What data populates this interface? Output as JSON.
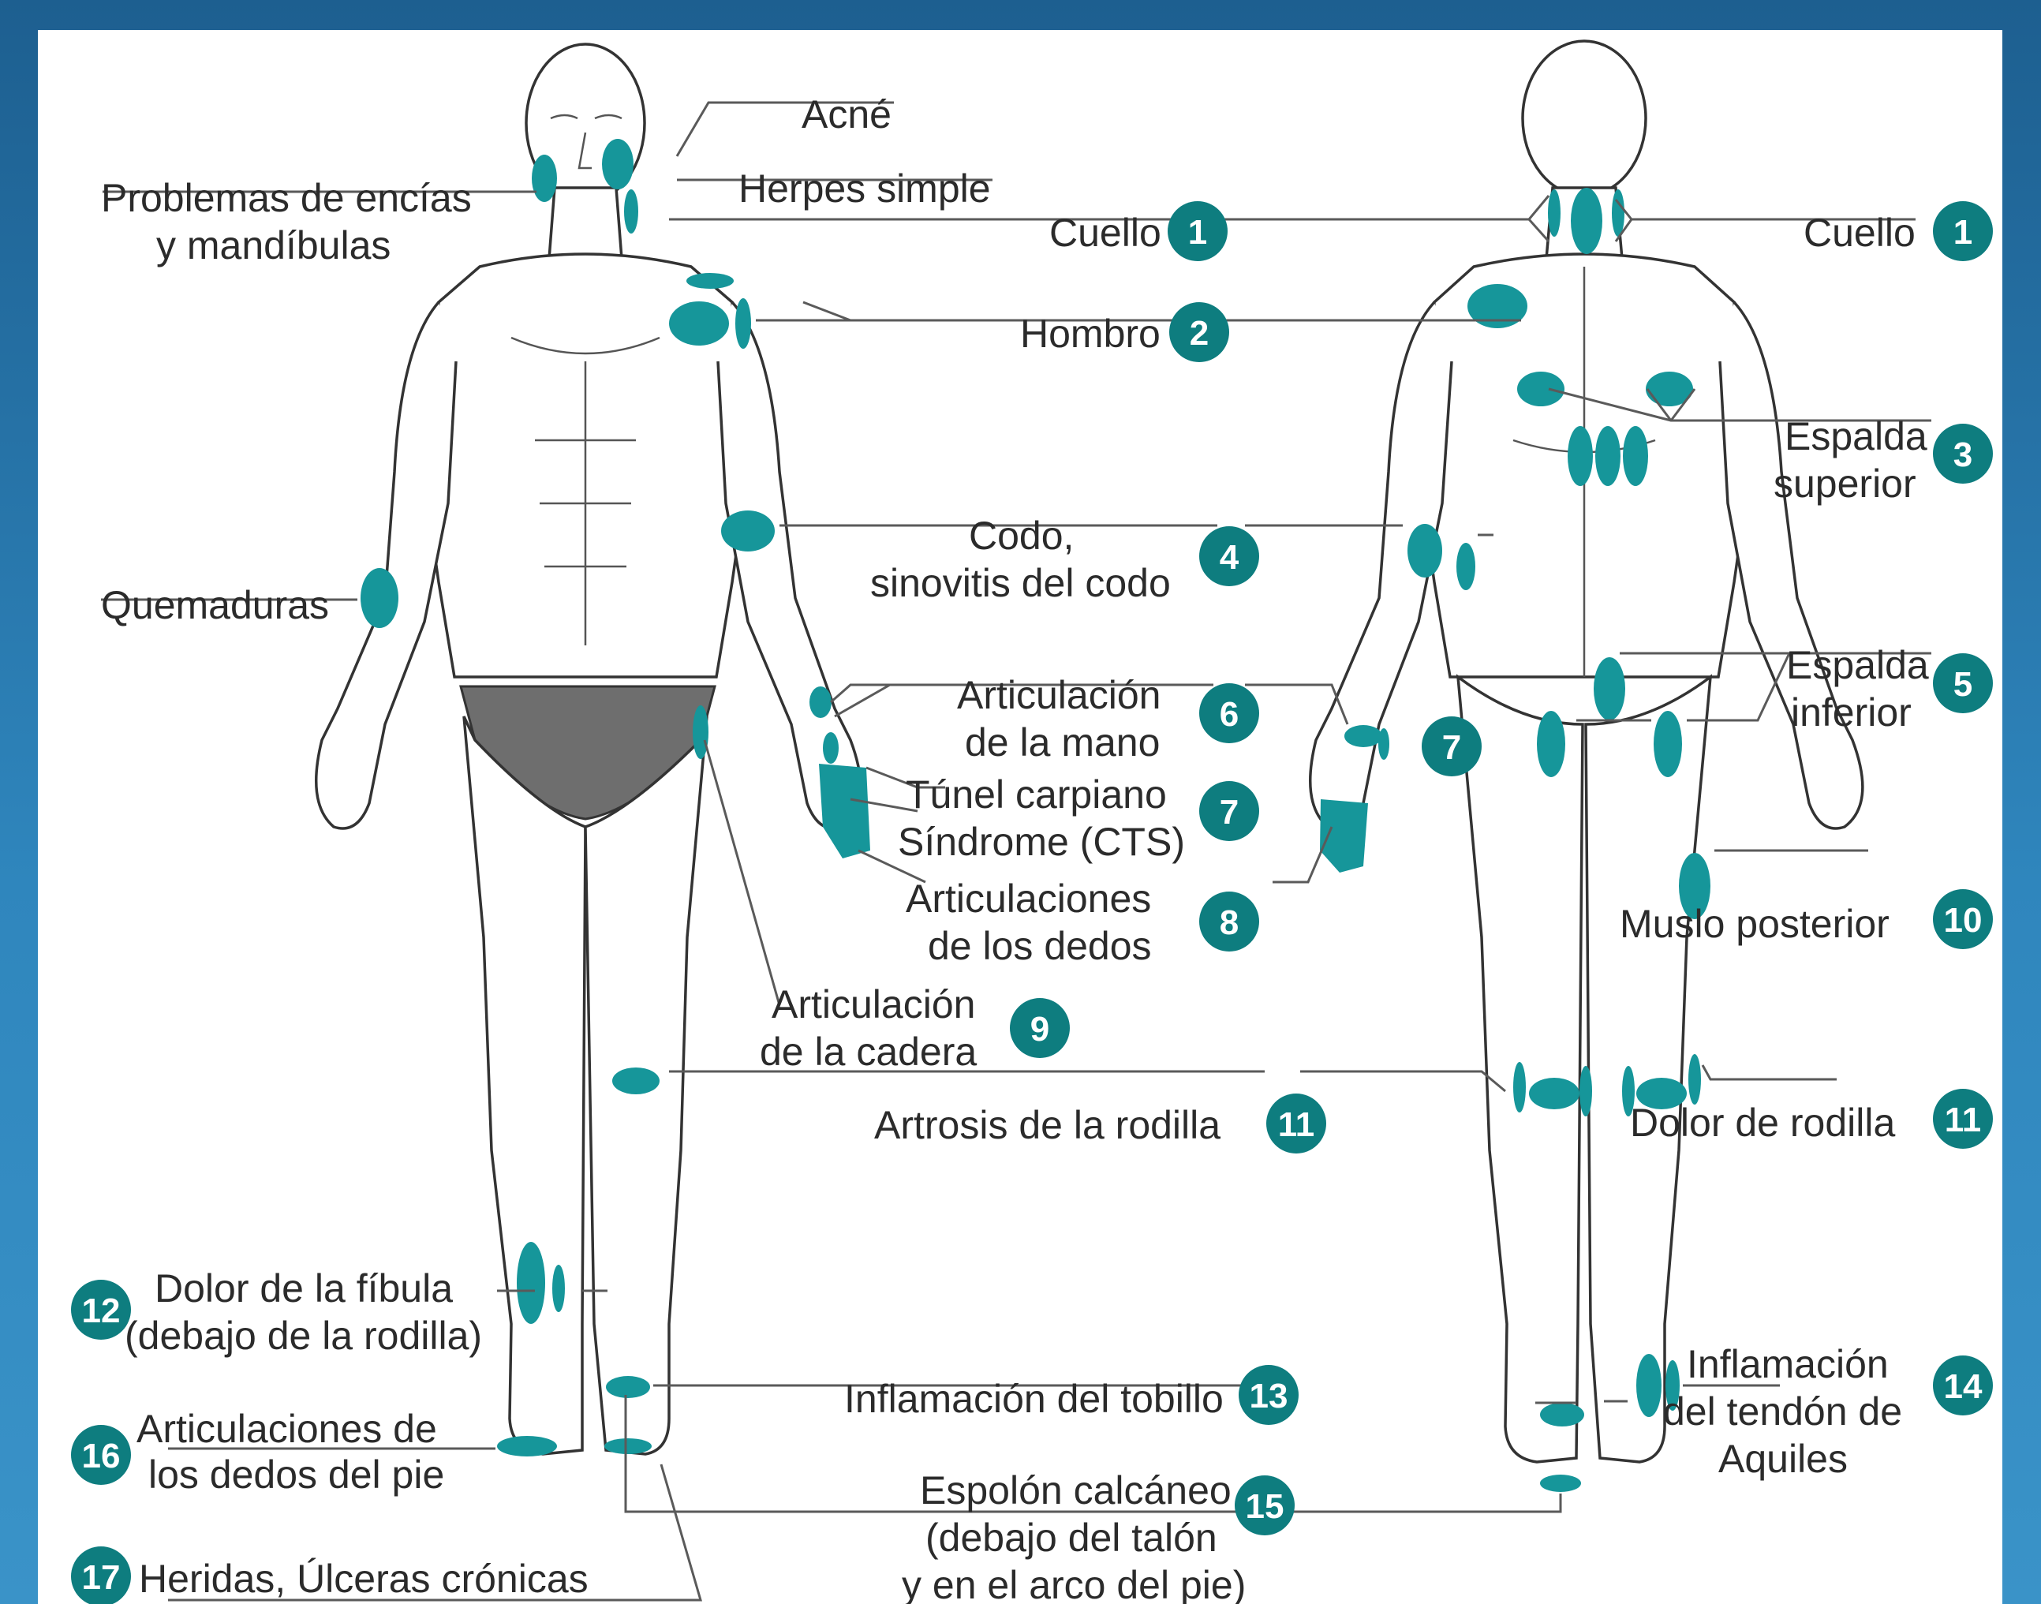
{
  "labels": {
    "acne": "Acné",
    "herpes": "Herpes simple",
    "gums_1": "Problemas de encías",
    "gums_2": "y mandíbulas",
    "neck": "Cuello",
    "neck_back": "Cuello",
    "shoulder": "Hombro",
    "upper_back_1": "Espalda",
    "upper_back_2": "superior",
    "burns": "Quemaduras",
    "elbow_1": "Codo,",
    "elbow_2": "sinovitis del codo",
    "lower_back_1": "Espalda",
    "lower_back_2": "inferior",
    "wrist_1": "Articulación",
    "wrist_2": "de la mano",
    "cts_1": "Túnel carpiano",
    "cts_2": "Síndrome (CTS)",
    "fingers_1": "Articulaciones",
    "fingers_2": "de los dedos",
    "thigh_back": "Muslo posterior",
    "hip_1": "Articulación",
    "hip_2": "de la cadera",
    "knee_arthrosis": "Artrosis de la rodilla",
    "knee_pain": "Dolor de rodilla",
    "fibula_1": "Dolor de la fíbula",
    "fibula_2": "(debajo de la rodilla)",
    "ankle": "Inflamación del tobillo",
    "achilles_1": "Inflamación",
    "achilles_2": "del tendón de",
    "achilles_3": "Aquiles",
    "toes_1": "Articulaciones de",
    "toes_2": "los dedos del pie",
    "heel_1": "Espolón calcáneo",
    "heel_2": "(debajo del talón",
    "heel_3": "y en el arco del pie)",
    "wounds": "Heridas, Úlceras crónicas"
  },
  "badges": {
    "b1": "1",
    "b2": "2",
    "b3": "3",
    "b4": "4",
    "b5": "5",
    "b6": "6",
    "b7": "7",
    "b8": "8",
    "b9": "9",
    "b10": "10",
    "b11": "11",
    "b12": "12",
    "b13": "13",
    "b14": "14",
    "b15": "15",
    "b16": "16",
    "b17": "17"
  },
  "colors": {
    "background": "#2f86bd",
    "badge": "#0e7d7f",
    "spot": "#16969a",
    "briefs": "#6e6e6e"
  }
}
